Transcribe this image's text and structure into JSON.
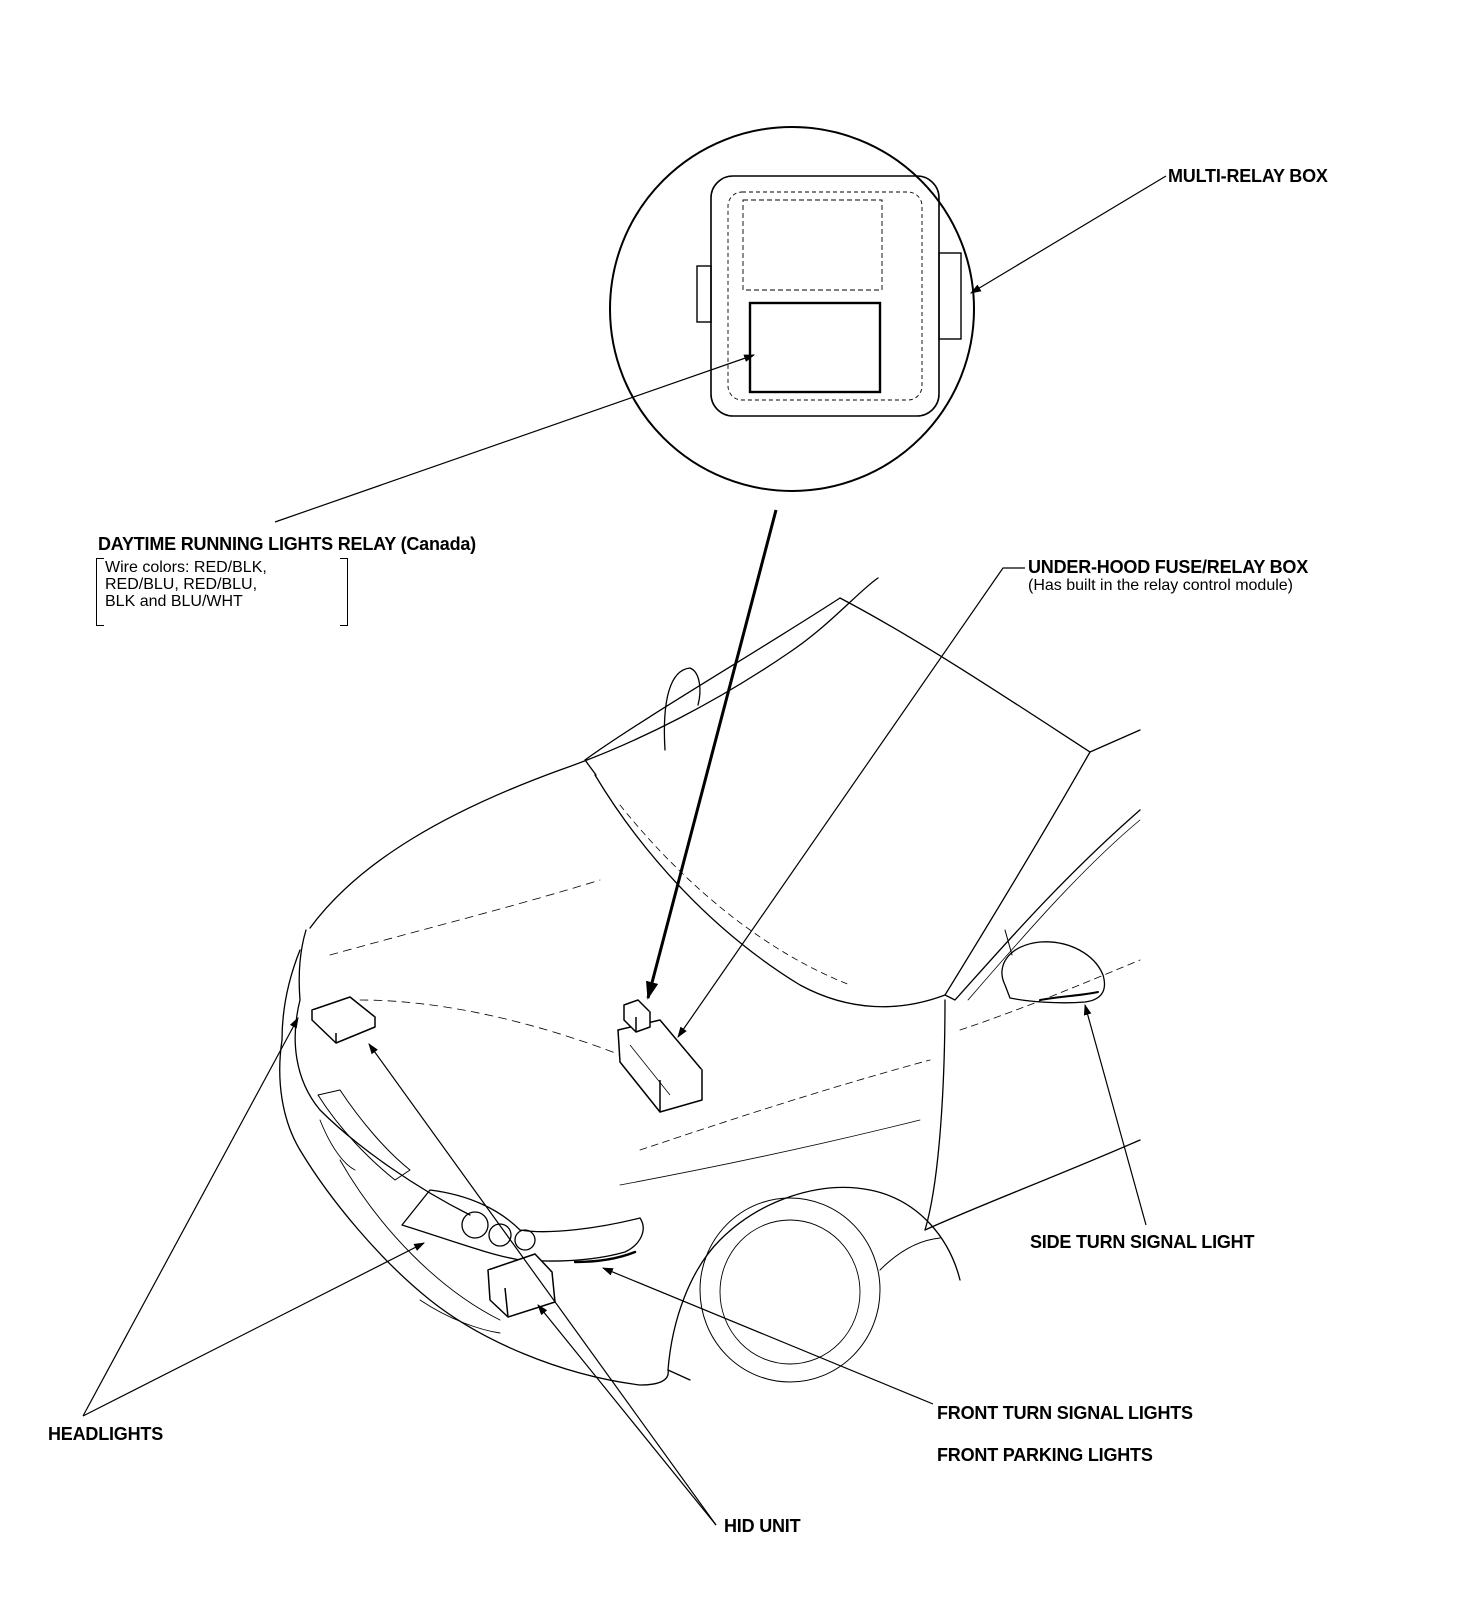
{
  "labels": {
    "multi_relay_box": "MULTI-RELAY BOX",
    "drl_relay": "DAYTIME RUNNING LIGHTS RELAY",
    "drl_relay_region": "(Canada)",
    "wire_colors": [
      "Wire colors: RED/BLK,",
      "RED/BLU, RED/BLU,",
      "BLK and BLU/WHT"
    ],
    "under_hood_box": "UNDER-HOOD FUSE/RELAY BOX",
    "under_hood_note": "(Has built in the relay control module)",
    "side_turn_signal": "SIDE TURN SIGNAL LIGHT",
    "headlights": "HEADLIGHTS",
    "front_turn_signal": "FRONT TURN SIGNAL LIGHTS",
    "front_parking": "FRONT PARKING LIGHTS",
    "hid_unit": "HID UNIT"
  },
  "colors": {
    "ink": "#000000",
    "paper": "#ffffff"
  }
}
